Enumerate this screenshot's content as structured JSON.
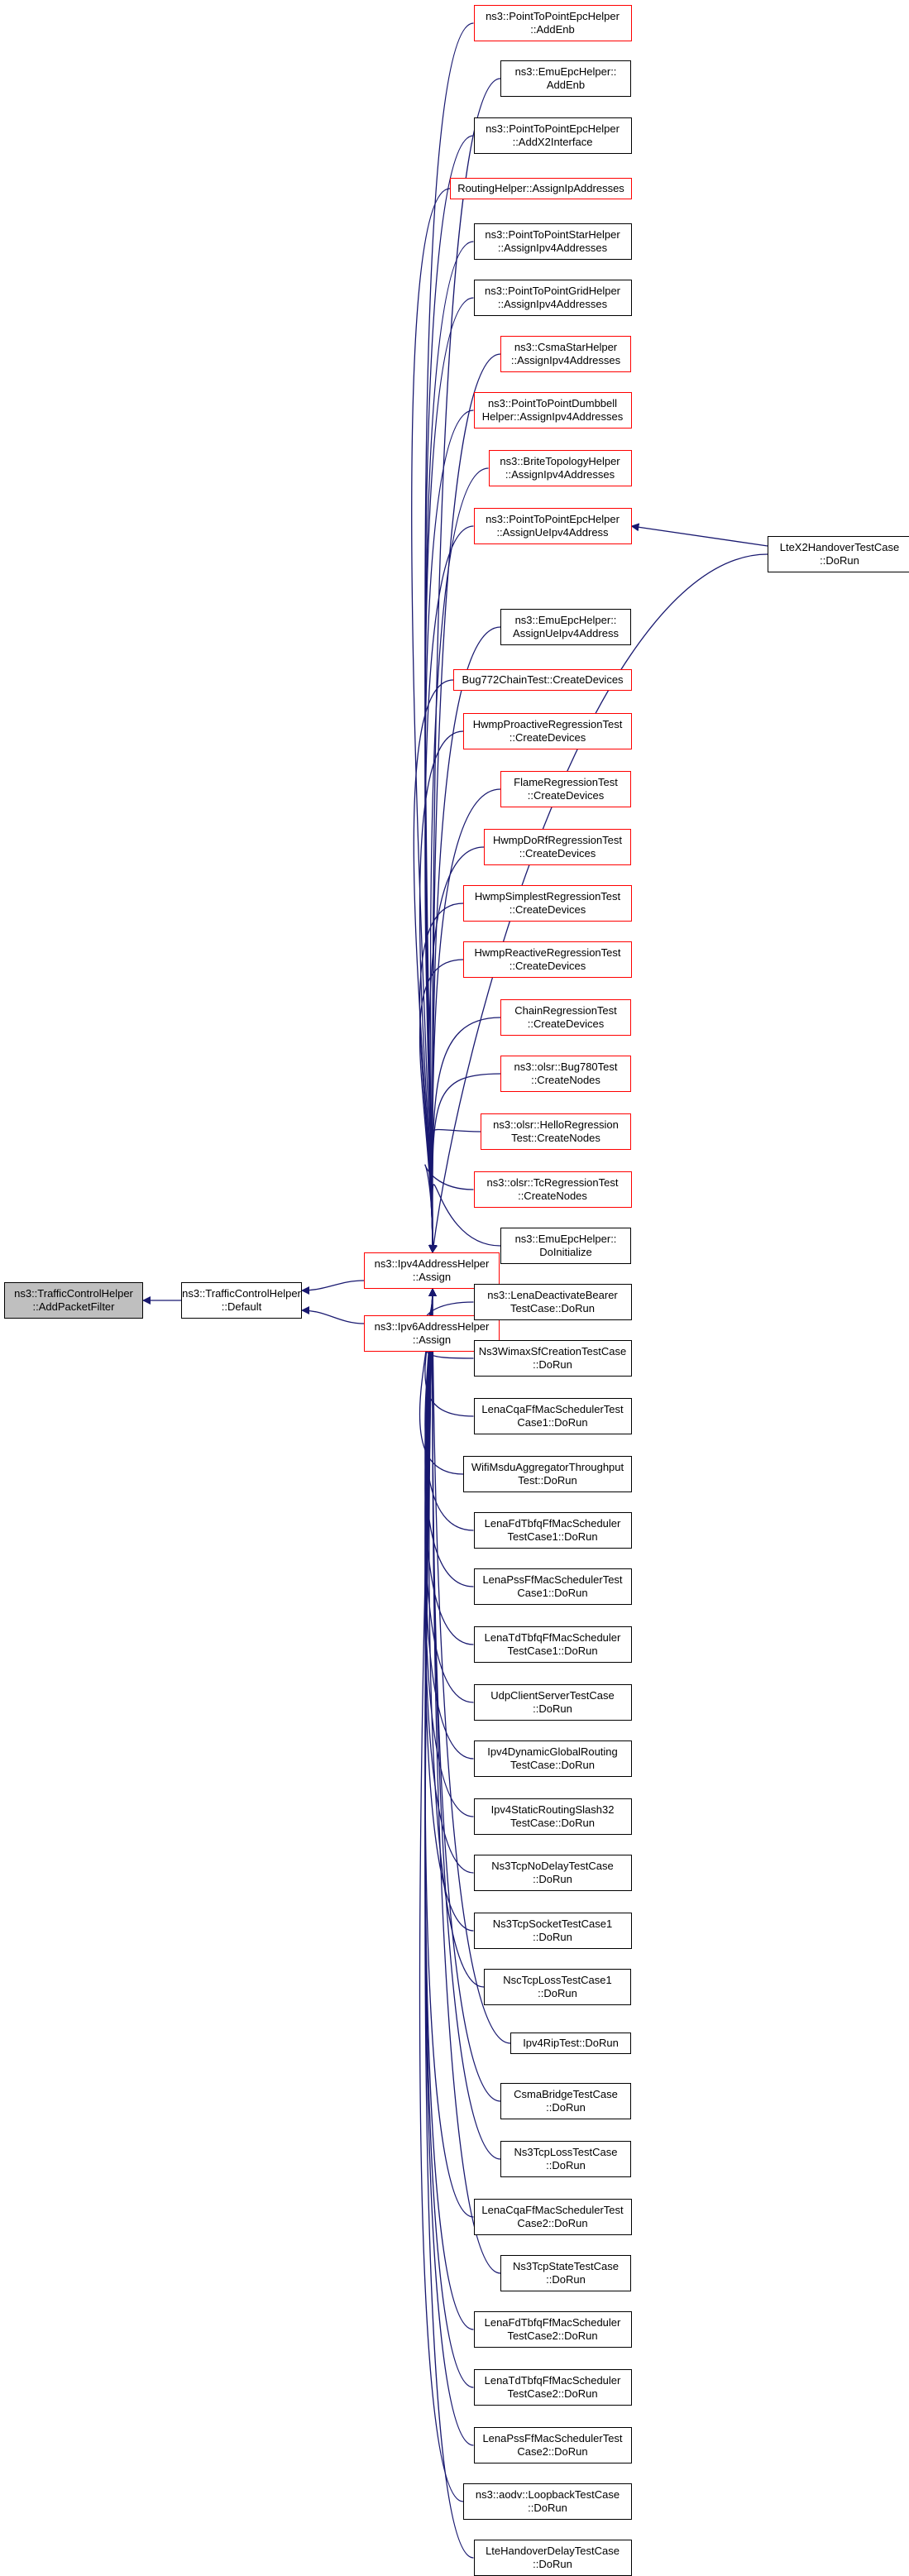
{
  "colors": {
    "edge": "#191970",
    "node_border": "#000000",
    "link_border": "#ff0000",
    "focus_fill": "#bfbfbf"
  },
  "nodes": {
    "add_packet_filter": {
      "lines": [
        "ns3::TrafficControlHelper",
        "::AddPacketFilter"
      ],
      "kind": "focus"
    },
    "tch_default": {
      "lines": [
        "ns3::TrafficControlHelper",
        "::Default"
      ],
      "kind": "plain"
    },
    "ipv4_assign": {
      "lines": [
        "ns3::Ipv4AddressHelper",
        "::Assign"
      ],
      "kind": "link"
    },
    "ipv6_assign": {
      "lines": [
        "ns3::Ipv6AddressHelper",
        "::Assign"
      ],
      "kind": "link"
    },
    "lte_x2_handover": {
      "lines": [
        "LteX2HandoverTestCase",
        "::DoRun"
      ],
      "kind": "plain"
    },
    "callers": [
      {
        "lines": [
          "ns3::PointToPointEpcHelper",
          "::AddEnb"
        ],
        "kind": "link"
      },
      {
        "lines": [
          "ns3::EmuEpcHelper::",
          "AddEnb"
        ],
        "kind": "plain"
      },
      {
        "lines": [
          "ns3::PointToPointEpcHelper",
          "::AddX2Interface"
        ],
        "kind": "plain"
      },
      {
        "lines": [
          "RoutingHelper::AssignIpAddresses"
        ],
        "kind": "link"
      },
      {
        "lines": [
          "ns3::PointToPointStarHelper",
          "::AssignIpv4Addresses"
        ],
        "kind": "plain"
      },
      {
        "lines": [
          "ns3::PointToPointGridHelper",
          "::AssignIpv4Addresses"
        ],
        "kind": "plain"
      },
      {
        "lines": [
          "ns3::CsmaStarHelper",
          "::AssignIpv4Addresses"
        ],
        "kind": "link"
      },
      {
        "lines": [
          "ns3::PointToPointDumbbell",
          "Helper::AssignIpv4Addresses"
        ],
        "kind": "link"
      },
      {
        "lines": [
          "ns3::BriteTopologyHelper",
          "::AssignIpv4Addresses"
        ],
        "kind": "link"
      },
      {
        "lines": [
          "ns3::PointToPointEpcHelper",
          "::AssignUeIpv4Address"
        ],
        "kind": "link"
      },
      {
        "lines": [
          "ns3::EmuEpcHelper::",
          "AssignUeIpv4Address"
        ],
        "kind": "plain"
      },
      {
        "lines": [
          "Bug772ChainTest::CreateDevices"
        ],
        "kind": "link"
      },
      {
        "lines": [
          "HwmpProactiveRegressionTest",
          "::CreateDevices"
        ],
        "kind": "link"
      },
      {
        "lines": [
          "FlameRegressionTest",
          "::CreateDevices"
        ],
        "kind": "link"
      },
      {
        "lines": [
          "HwmpDoRfRegressionTest",
          "::CreateDevices"
        ],
        "kind": "link"
      },
      {
        "lines": [
          "HwmpSimplestRegressionTest",
          "::CreateDevices"
        ],
        "kind": "link"
      },
      {
        "lines": [
          "HwmpReactiveRegressionTest",
          "::CreateDevices"
        ],
        "kind": "link"
      },
      {
        "lines": [
          "ChainRegressionTest",
          "::CreateDevices"
        ],
        "kind": "link"
      },
      {
        "lines": [
          "ns3::olsr::Bug780Test",
          "::CreateNodes"
        ],
        "kind": "link"
      },
      {
        "lines": [
          "ns3::olsr::HelloRegression",
          "Test::CreateNodes"
        ],
        "kind": "link"
      },
      {
        "lines": [
          "ns3::olsr::TcRegressionTest",
          "::CreateNodes"
        ],
        "kind": "link"
      },
      {
        "lines": [
          "ns3::EmuEpcHelper::",
          "DoInitialize"
        ],
        "kind": "plain"
      },
      {
        "lines": [
          "ns3::LenaDeactivateBearer",
          "TestCase::DoRun"
        ],
        "kind": "plain"
      },
      {
        "lines": [
          "Ns3WimaxSfCreationTestCase",
          "::DoRun"
        ],
        "kind": "plain"
      },
      {
        "lines": [
          "LenaCqaFfMacSchedulerTest",
          "Case1::DoRun"
        ],
        "kind": "plain"
      },
      {
        "lines": [
          "WifiMsduAggregatorThroughput",
          "Test::DoRun"
        ],
        "kind": "plain"
      },
      {
        "lines": [
          "LenaFdTbfqFfMacScheduler",
          "TestCase1::DoRun"
        ],
        "kind": "plain"
      },
      {
        "lines": [
          "LenaPssFfMacSchedulerTest",
          "Case1::DoRun"
        ],
        "kind": "plain"
      },
      {
        "lines": [
          "LenaTdTbfqFfMacScheduler",
          "TestCase1::DoRun"
        ],
        "kind": "plain"
      },
      {
        "lines": [
          "UdpClientServerTestCase",
          "::DoRun"
        ],
        "kind": "plain"
      },
      {
        "lines": [
          "Ipv4DynamicGlobalRouting",
          "TestCase::DoRun"
        ],
        "kind": "plain"
      },
      {
        "lines": [
          "Ipv4StaticRoutingSlash32",
          "TestCase::DoRun"
        ],
        "kind": "plain"
      },
      {
        "lines": [
          "Ns3TcpNoDelayTestCase",
          "::DoRun"
        ],
        "kind": "plain"
      },
      {
        "lines": [
          "Ns3TcpSocketTestCase1",
          "::DoRun"
        ],
        "kind": "plain"
      },
      {
        "lines": [
          "NscTcpLossTestCase1",
          "::DoRun"
        ],
        "kind": "plain"
      },
      {
        "lines": [
          "Ipv4RipTest::DoRun"
        ],
        "kind": "plain"
      },
      {
        "lines": [
          "CsmaBridgeTestCase",
          "::DoRun"
        ],
        "kind": "plain"
      },
      {
        "lines": [
          "Ns3TcpLossTestCase",
          "::DoRun"
        ],
        "kind": "plain"
      },
      {
        "lines": [
          "LenaCqaFfMacSchedulerTest",
          "Case2::DoRun"
        ],
        "kind": "plain"
      },
      {
        "lines": [
          "Ns3TcpStateTestCase",
          "::DoRun"
        ],
        "kind": "plain"
      },
      {
        "lines": [
          "LenaFdTbfqFfMacScheduler",
          "TestCase2::DoRun"
        ],
        "kind": "plain"
      },
      {
        "lines": [
          "LenaTdTbfqFfMacScheduler",
          "TestCase2::DoRun"
        ],
        "kind": "plain"
      },
      {
        "lines": [
          "LenaPssFfMacSchedulerTest",
          "Case2::DoRun"
        ],
        "kind": "plain"
      },
      {
        "lines": [
          "ns3::aodv::LoopbackTestCase",
          "::DoRun"
        ],
        "kind": "plain"
      },
      {
        "lines": [
          "LteHandoverDelayTestCase",
          "::DoRun"
        ],
        "kind": "plain"
      }
    ]
  }
}
